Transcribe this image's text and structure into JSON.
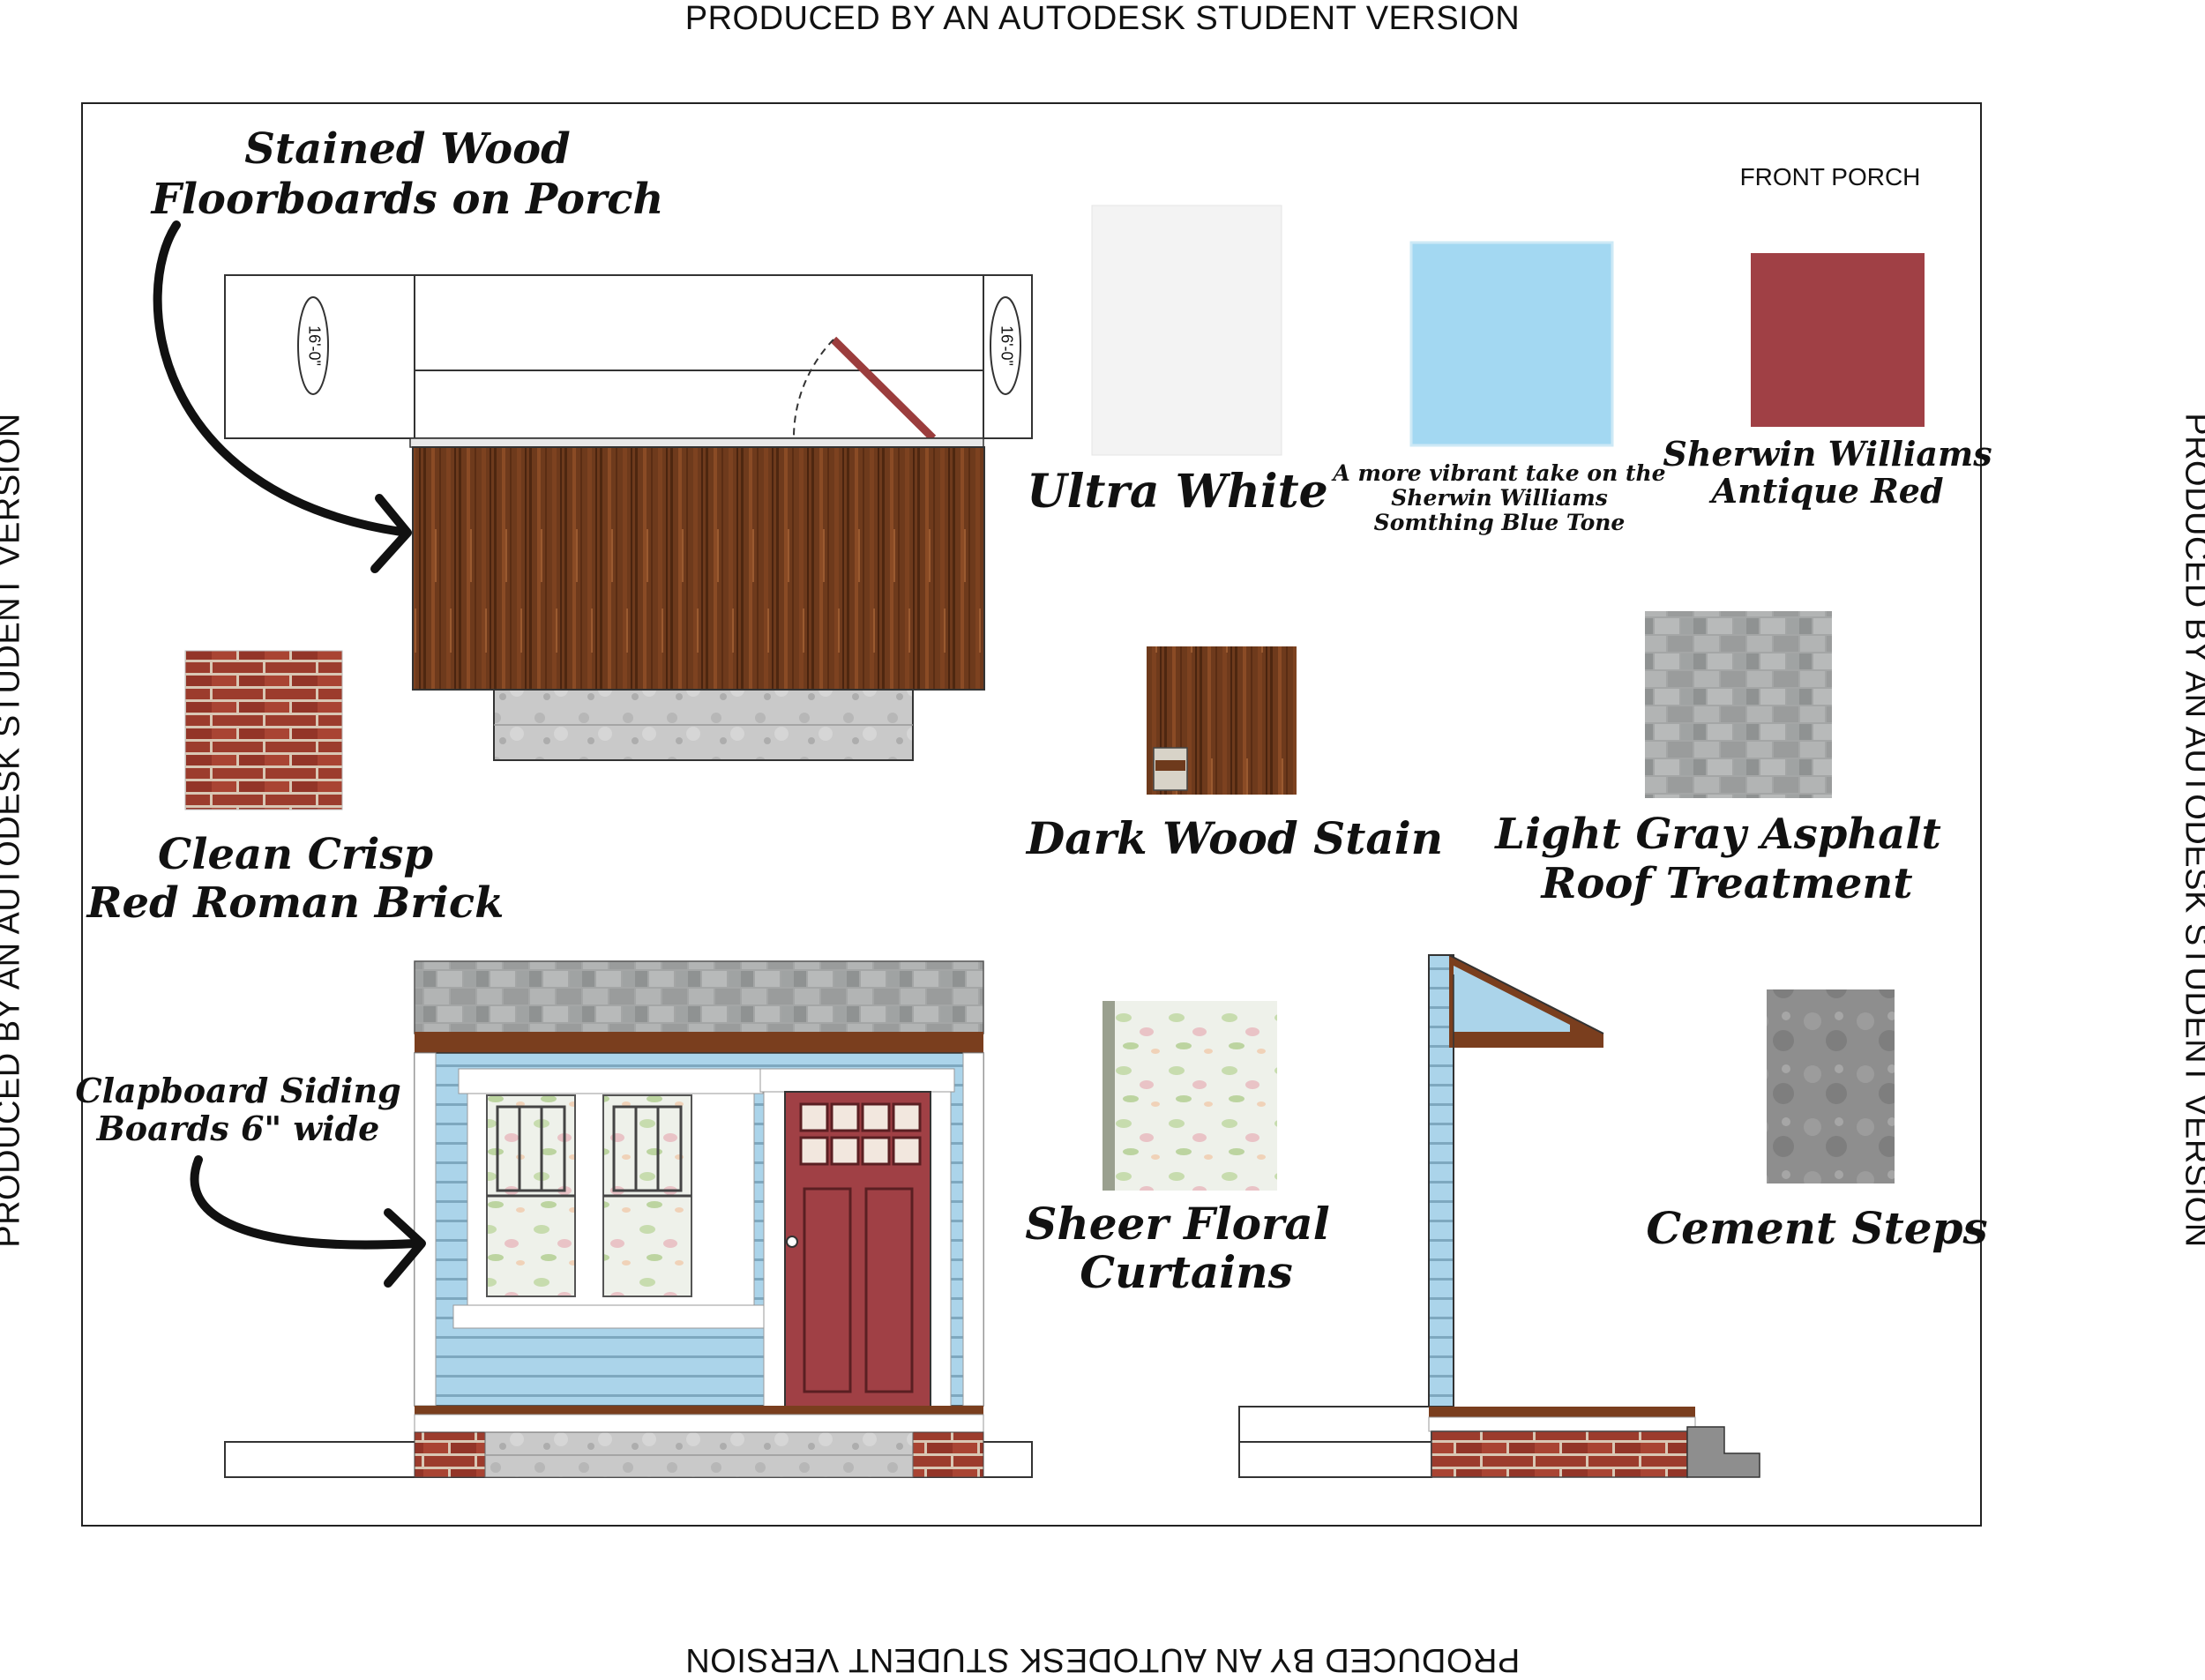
{
  "watermark": {
    "top": "PRODUCED BY AN AUTODESK STUDENT VERSION",
    "bottom": "PRODUCED BY AN AUTODESK STUDENT VERSION",
    "left": "PRODUCED BY AN AUTODESK STUDENT VERSION",
    "right": "PRODUCED BY AN AUTODESK STUDENT VERSION"
  },
  "sheet_title": "FRONT PORCH",
  "callouts": {
    "floorboards": [
      "Stained Wood",
      "Floorboards on Porch"
    ],
    "siding": [
      "Clapboard Siding",
      "Boards 6\" wide"
    ]
  },
  "dimension_label": "16'-0\"",
  "materials": {
    "ultra_white": {
      "label": [
        "Ultra White"
      ],
      "color": "#f3f3f3"
    },
    "blue": {
      "label": [
        "A more vibrant take on the",
        "Sherwin Williams",
        "Somthing Blue Tone"
      ],
      "color": "#a3d8f2"
    },
    "red": {
      "label": [
        "Sherwin Williams",
        "Antique Red"
      ],
      "color": "#a04045"
    },
    "brick": {
      "label": [
        "Clean Crisp",
        "Red Roman Brick"
      ],
      "color": "#9a3a2c"
    },
    "stain": {
      "label": [
        "Dark Wood Stain"
      ],
      "color": "#6a3519"
    },
    "roof": {
      "label": [
        "Light Gray Asphalt",
        "Roof Treatment"
      ],
      "color": "#9ea0a0"
    },
    "curtains": {
      "label": [
        "Sheer Floral",
        "Curtains"
      ],
      "color": "#e6ece0"
    },
    "cement": {
      "label": [
        "Cement Steps"
      ],
      "color": "#8e8e8e"
    }
  }
}
